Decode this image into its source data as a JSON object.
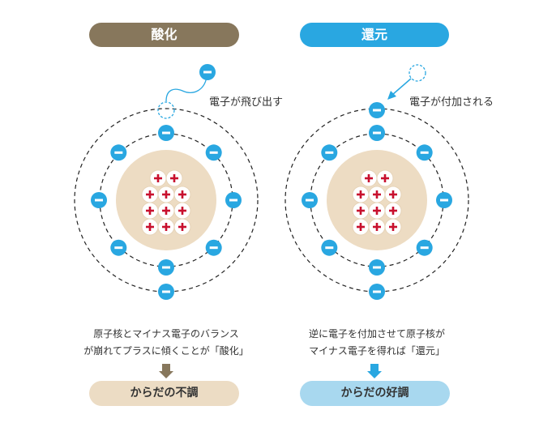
{
  "oxidation": {
    "title": "酸化",
    "electron_label": "電子が飛び出す",
    "caption_line1": "原子核とマイナス電子のバランス",
    "caption_line2": "が崩れてプラスに傾くことが「酸化」",
    "result": "からだの不調",
    "color": "#87775c",
    "result_color": "#ecdcc4"
  },
  "reduction": {
    "title": "還元",
    "electron_label": "電子が付加される",
    "caption_line1": "逆に電子を付加させて原子核が",
    "caption_line2": "マイナス電子を得れば「還元」",
    "result": "からだの好調",
    "color": "#29a7e1",
    "result_color": "#a8d8ef"
  },
  "colors": {
    "nucleus": "#eddcc3",
    "electron": "#29a7e1",
    "proton_plus": "#c8102e"
  }
}
